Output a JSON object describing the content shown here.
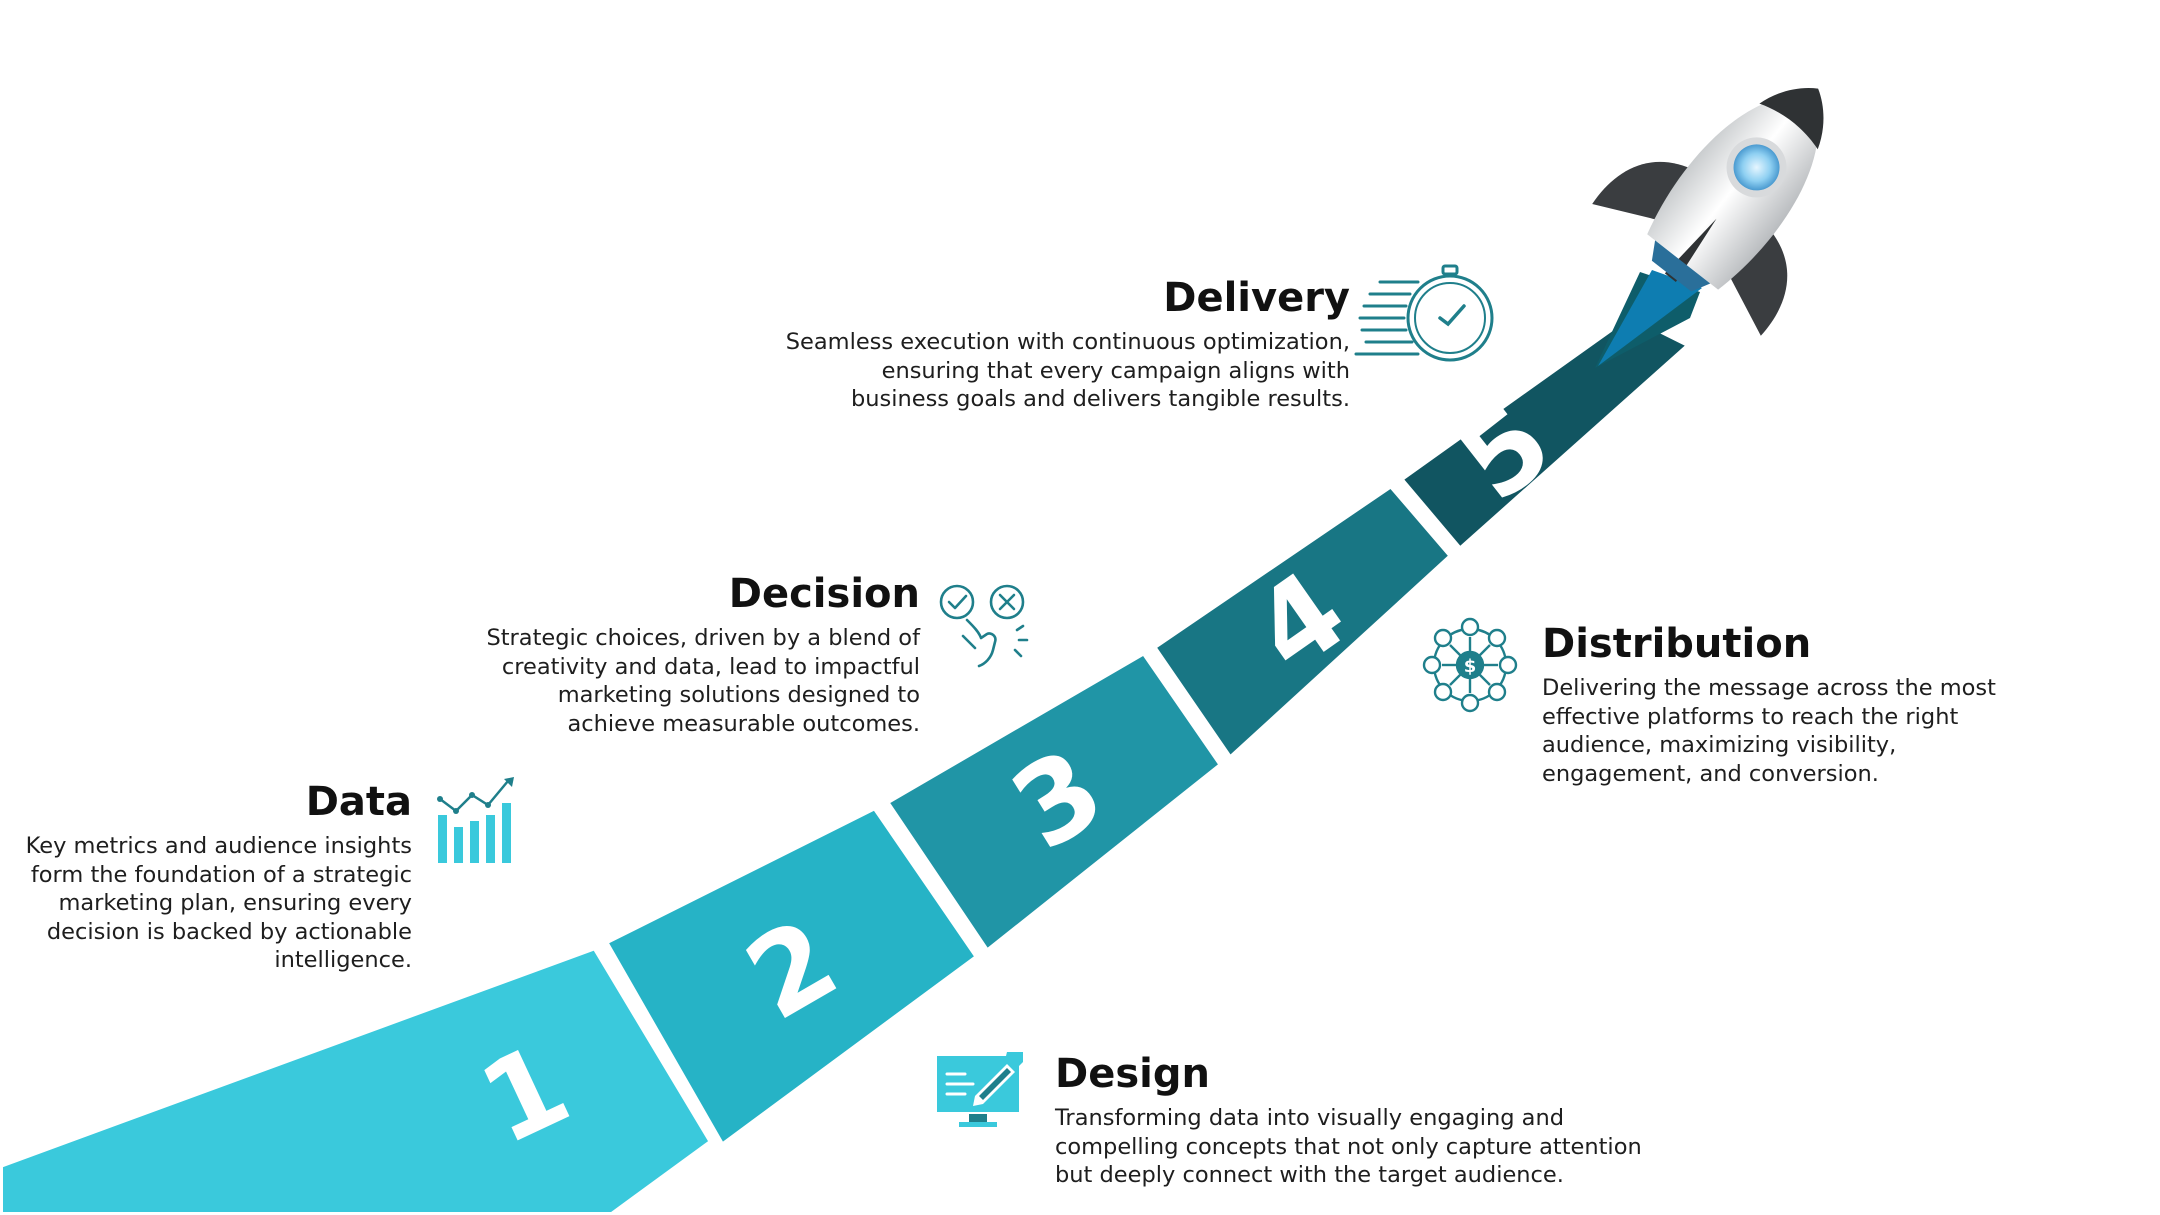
{
  "steps": [
    {
      "number": "1",
      "color": "#3ac9dc"
    },
    {
      "number": "2",
      "color": "#26b3c6"
    },
    {
      "number": "3",
      "color": "#2095a6"
    },
    {
      "number": "4",
      "color": "#187684"
    },
    {
      "number": "5",
      "color": "#115561"
    }
  ],
  "cards": {
    "data": {
      "title": "Data",
      "text": "Key metrics and audience insights\nform the foundation of a strategic\nmarketing plan, ensuring every\ndecision is backed by actionable\nintelligence.",
      "icon": "bar-chart-trend-icon"
    },
    "decision": {
      "title": "Decision",
      "text": "Strategic choices, driven by a blend of\ncreativity and data, lead to impactful\nmarketing solutions designed to\nachieve measurable outcomes.",
      "icon": "check-cross-choice-icon"
    },
    "delivery": {
      "title": "Delivery",
      "text": "Seamless execution with continuous optimization,\nensuring that every campaign aligns with\nbusiness goals and delivers tangible results.",
      "icon": "stopwatch-icon"
    },
    "distribution": {
      "title": "Distribution",
      "text": "Delivering the message across the most\neffective platforms to reach the right\naudience, maximizing visibility,\nengagement, and conversion.",
      "icon": "network-distribution-icon"
    },
    "design": {
      "title": "Design",
      "text": "Transforming data into visually engaging and\ncompelling concepts that not only capture attention\nbut deeply connect with the target audience.",
      "icon": "monitor-pen-design-icon"
    }
  },
  "colors": {
    "icon_teal": "#3ac9dc",
    "icon_dark": "#1f7f8b",
    "rocket_flame": "#0e7db1"
  }
}
